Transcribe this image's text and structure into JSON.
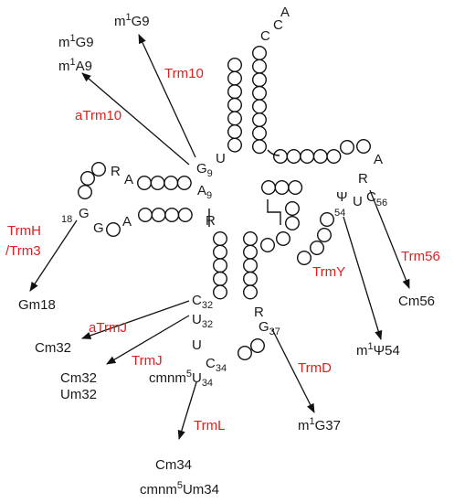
{
  "colors": {
    "enzyme": "#e02020",
    "text": "#1a1a1a",
    "line": "#111111"
  },
  "nucleotides": {
    "a": "A",
    "c1": "C",
    "c2": "C",
    "u8": "U",
    "g9": "G",
    "g9_sub": "9",
    "a9": "A",
    "a9_sub": "9",
    "r_d": "R",
    "a_d": "A",
    "g18_pre": "18",
    "g18": "G",
    "g_d": "G",
    "a_d2": "A",
    "a_t": "A",
    "r_t": "R",
    "psi": "Ψ",
    "psi_sub": "54",
    "u55": "U",
    "c56": "C",
    "c56_sub": "56",
    "r_ac": "R",
    "c32": "C",
    "c32_sub": "32",
    "u32": "U",
    "u32_sub": "32",
    "u33": "U",
    "r37": "R",
    "g37": "G",
    "g37_sub": "37",
    "c34": "C",
    "c34_sub": "34",
    "cmnm_pre": "cmnm",
    "cmnm_sup": "5",
    "u34": "U",
    "u34_sub": "34"
  },
  "modifications": {
    "m1g9_top": {
      "base": "m",
      "sup": "1",
      "rest": "G9"
    },
    "m1g9": {
      "base": "m",
      "sup": "1",
      "rest": "G9"
    },
    "m1a9": {
      "base": "m",
      "sup": "1",
      "rest": "A9"
    },
    "gm18": "Gm18",
    "cm32_a": "Cm32",
    "cm32_b": "Cm32",
    "um32": "Um32",
    "cm34": "Cm34",
    "cmnm5um34": {
      "base": "cmnm",
      "sup": "5",
      "rest": "Um34"
    },
    "m1g37": {
      "base": "m",
      "sup": "1",
      "rest": "G37"
    },
    "m1psi54": {
      "base": "m",
      "sup": "1",
      "rest": "Ψ54"
    },
    "cm56": "Cm56"
  },
  "enzymes": {
    "trm10": "Trm10",
    "atrm10": "aTrm10",
    "trmh": "TrmH",
    "trm3": "/Trm3",
    "atrmj": "aTrmJ",
    "trmj": "TrmJ",
    "trml": "TrmL",
    "trmd": "TrmD",
    "trmy": "TrmY",
    "trm56": "Trm56"
  }
}
